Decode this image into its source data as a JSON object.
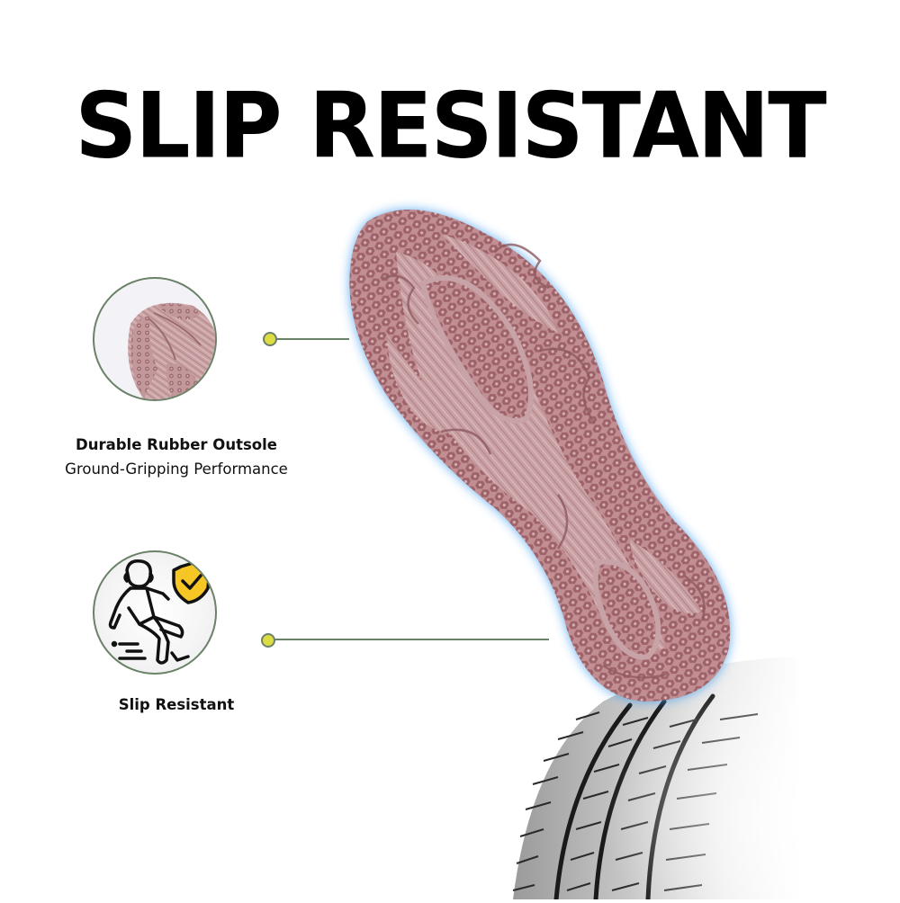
{
  "header": {
    "title": "SLIP RESISTANT"
  },
  "features": [
    {
      "title": "Durable Rubber Outsole",
      "subtitle": "Ground-Gripping Performance",
      "icon": "outsole-closeup-image"
    },
    {
      "title": "Slip Resistant",
      "subtitle": "",
      "icon": "slipping-person-shield-check-icon"
    }
  ],
  "product": {
    "image": "pink-rubber-shoe-sole",
    "background_image": "tire-tread"
  },
  "colors": {
    "accent_dot": "#dedc45",
    "connector": "#6a8268",
    "sole": "#c49498",
    "sole_dark": "#8e5a60",
    "glow": "#4aa3f0",
    "shield": "#f6c624",
    "title": "#000000"
  }
}
